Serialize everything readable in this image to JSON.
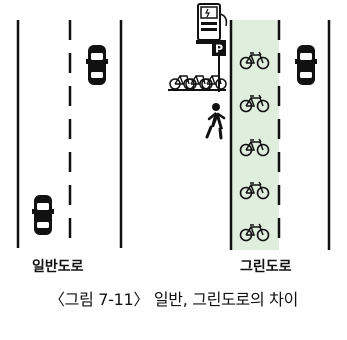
{
  "labels": {
    "general_road": "일반도로",
    "green_road": "그린도로"
  },
  "caption": "〈그림 7-11〉 일반, 그린도로의 차이",
  "icons": {
    "left_road": [
      "car-icon",
      "car-icon"
    ],
    "right_road": [
      "ev-charger-icon",
      "parking-sign-icon",
      "bicycle-rack-icon",
      "pedestrian-icon",
      "bicycle-icon",
      "car-icon"
    ]
  },
  "colors": {
    "lines": "#111111",
    "bike_lane": "#dfeedd",
    "text": "#111111"
  }
}
